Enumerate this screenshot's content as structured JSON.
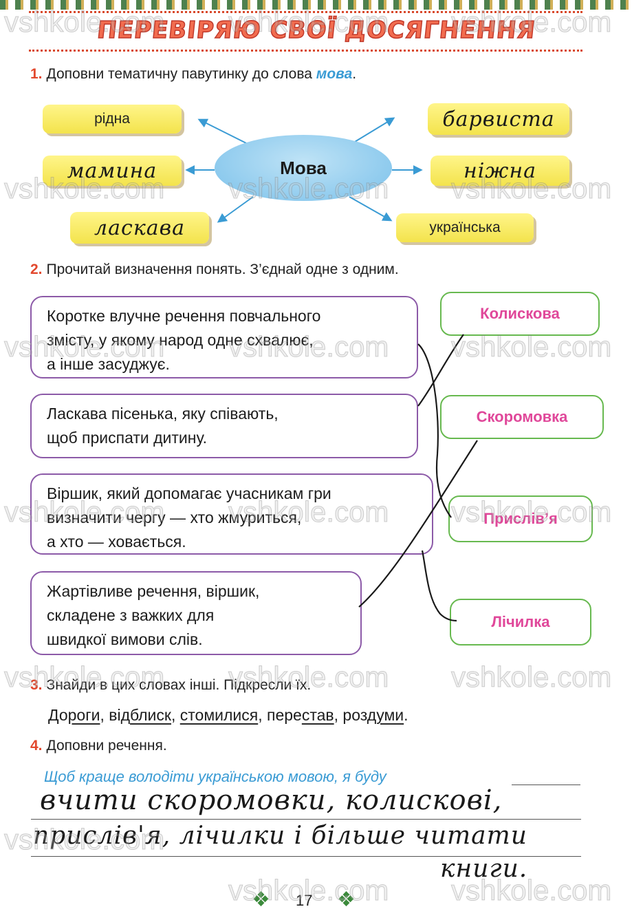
{
  "title": "ПЕРЕВІРЯЮ СВОЇ ДОСЯГНЕННЯ",
  "watermark": "vshkole.com",
  "task1": {
    "number": "1.",
    "text": "Доповни тематичну павутинку до слова",
    "highlight": "мова",
    "end": ".",
    "center": "Мова",
    "words": {
      "left_top": "рідна",
      "left_mid": "мамина",
      "left_bottom": "ласкава",
      "right_top": "барвиста",
      "right_mid": "ніжна",
      "right_bottom": "українська"
    }
  },
  "task2": {
    "number": "2.",
    "text": "Прочитай визначення понять. З’єднай одне з одним.",
    "definitions": [
      [
        "Коротке влучне речення повчального",
        "змісту, у якому народ одне схвалює,",
        "а інше засуджує."
      ],
      [
        "Ласкава пісенька, яку співають,",
        "щоб приспати дитину."
      ],
      [
        "Віршик, який допомагає учасникам гри",
        "визначити чергу — хто жмуриться,",
        "а хто — ховається."
      ],
      [
        "Жартівливе речення, віршик,",
        "складене з важких для",
        "швидкої вимови слів."
      ]
    ],
    "terms": [
      "Колискова",
      "Скоромовка",
      "Прислів’я",
      "Лічилка"
    ]
  },
  "task3": {
    "number": "3.",
    "text": "Знайди в цих словах інші. Підкресли їх.",
    "words": [
      {
        "pre": "До",
        "u": "роги",
        "post": ","
      },
      {
        "pre": "від",
        "u": "блиск",
        "post": ","
      },
      {
        "pre": "",
        "u": "стомилися",
        "post": ","
      },
      {
        "pre": "пере",
        "u": "став",
        "post": ","
      },
      {
        "pre": "роз",
        "u": "думи",
        "post": "."
      }
    ]
  },
  "task4": {
    "number": "4.",
    "text": "Доповни речення.",
    "lead": "Щоб краще володіти українською мовою, я буду",
    "hand_lines": [
      "вчити скоромовки, колискові,",
      "прислів'я, лічилки і більше читати",
      "книги."
    ]
  },
  "page_number": "17"
}
